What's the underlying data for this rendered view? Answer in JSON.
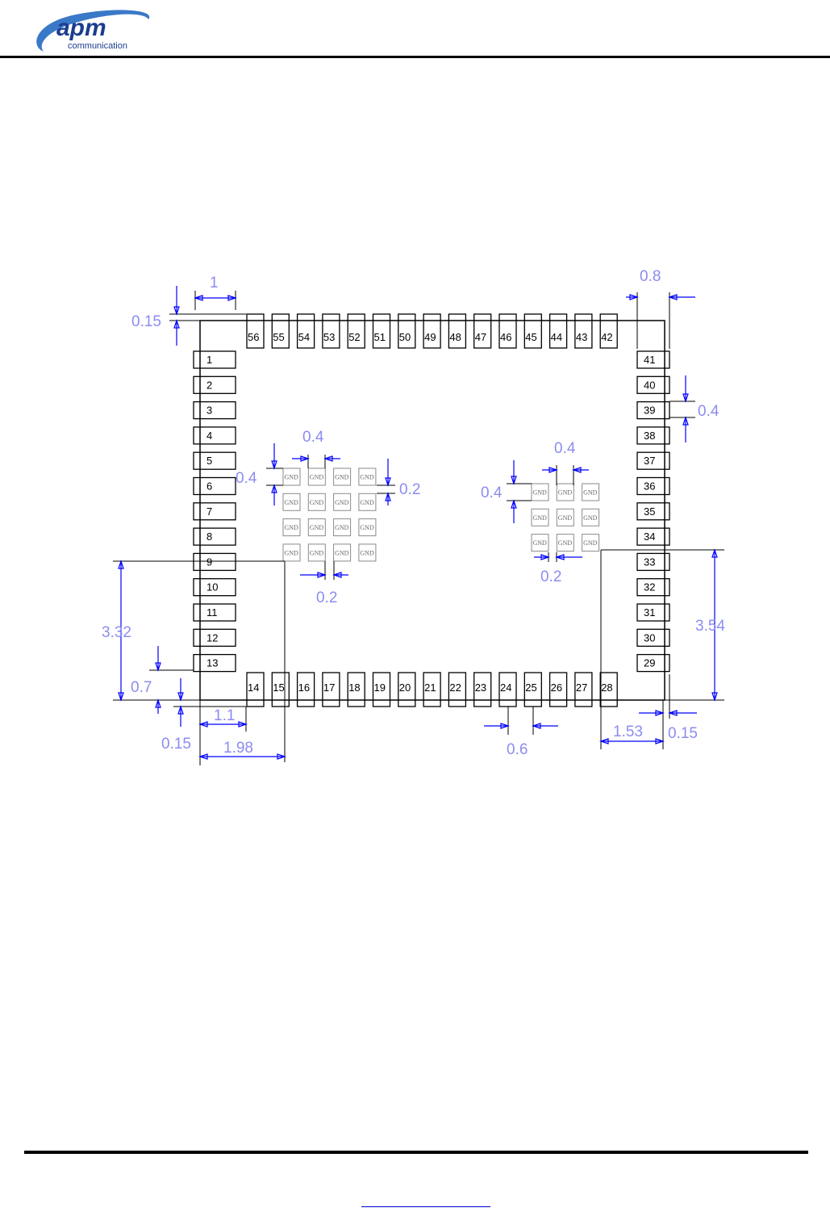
{
  "header": {
    "logo": {
      "brand": "apm",
      "sub": "communication",
      "color_primary": "#1b3d8f",
      "color_swoosh": "#3a78c8"
    }
  },
  "diagram": {
    "pins": {
      "left": [
        "1",
        "2",
        "3",
        "4",
        "5",
        "6",
        "7",
        "8",
        "9",
        "10",
        "11",
        "12",
        "13"
      ],
      "bottom": [
        "14",
        "15",
        "16",
        "17",
        "18",
        "19",
        "20",
        "21",
        "22",
        "23",
        "24",
        "25",
        "26",
        "27",
        "28"
      ],
      "right": [
        "29",
        "30",
        "31",
        "32",
        "33",
        "34",
        "35",
        "36",
        "37",
        "38",
        "39",
        "40",
        "41"
      ],
      "top": [
        "42",
        "43",
        "44",
        "45",
        "46",
        "47",
        "48",
        "49",
        "50",
        "51",
        "52",
        "53",
        "54",
        "55",
        "56"
      ]
    },
    "gnd_label": "GND",
    "gnd_grid_left": {
      "rows": 4,
      "cols": 4
    },
    "gnd_grid_right": {
      "rows": 3,
      "cols": 3
    },
    "dimensions": {
      "top_pin_width": "1",
      "corner_gap_top": "0.15",
      "right_pad_width": "0.8",
      "right_pad_pitch": "0.4",
      "gnd_left_pitch_x": "0.4",
      "gnd_left_pitch_y": "0.4",
      "gnd_left_gap_y": "0.2",
      "gnd_left_gap_x": "0.2",
      "gnd_right_pitch_x": "0.4",
      "gnd_right_pitch_y": "0.4",
      "gnd_right_gap_x": "0.2",
      "left_height": "3.32",
      "bottom_left_offset_y": "0.7",
      "bottom_left_gap": "0.15",
      "bottom_left_x1": "1.1",
      "bottom_left_x2": "1.98",
      "bottom_pitch": "0.6",
      "right_width": "1.53",
      "right_gap": "0.15",
      "right_height": "3.54"
    }
  }
}
